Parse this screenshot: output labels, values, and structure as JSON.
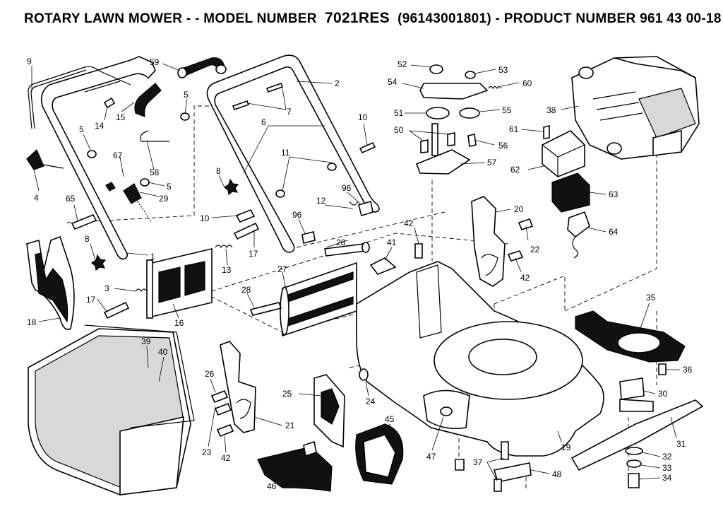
{
  "header": {
    "title_prefix": "ROTARY LAWN MOWER - - MODEL NUMBER",
    "model": "7021RES",
    "title_suffix": "(96143001801) - PRODUCT NUMBER 961 43 00-18"
  },
  "labels": {
    "l9": "9",
    "l59": "59",
    "l5a": "5",
    "l15": "15",
    "l14": "14",
    "l5b": "5",
    "l67": "67",
    "l58": "58",
    "l5c": "5",
    "l4": "4",
    "l65": "65",
    "l29": "29",
    "l8a": "8",
    "l1": "1",
    "l2": "2",
    "l7": "7",
    "l6": "6",
    "l10a": "10",
    "l11": "11",
    "l8b": "8",
    "l96a": "96",
    "l12": "12",
    "l10b": "10",
    "l96b": "96",
    "l17a": "17",
    "l13": "13",
    "l28a": "28",
    "l41": "41",
    "l3": "3",
    "l17b": "17",
    "l18": "18",
    "l16": "16",
    "l27": "27",
    "l28b": "28",
    "l52": "52",
    "l53": "53",
    "l54": "54",
    "l60": "60",
    "l51": "51",
    "l55": "55",
    "l50": "50",
    "l56": "56",
    "l57": "57",
    "l42a": "42",
    "l20": "20",
    "l22": "22",
    "l42b": "42",
    "l38": "38",
    "l61": "61",
    "l62": "62",
    "l63": "63",
    "l64": "64",
    "l35": "35",
    "l36": "36",
    "l30": "30",
    "l31": "31",
    "l32": "32",
    "l33": "33",
    "l34": "34",
    "l39": "39",
    "l40": "40",
    "l26": "26",
    "l25": "25",
    "l24": "24",
    "l21": "21",
    "l23": "23",
    "l42c": "42",
    "l45": "45",
    "l47": "47",
    "l19": "19",
    "l37": "37",
    "l48": "48",
    "l46": "46"
  }
}
